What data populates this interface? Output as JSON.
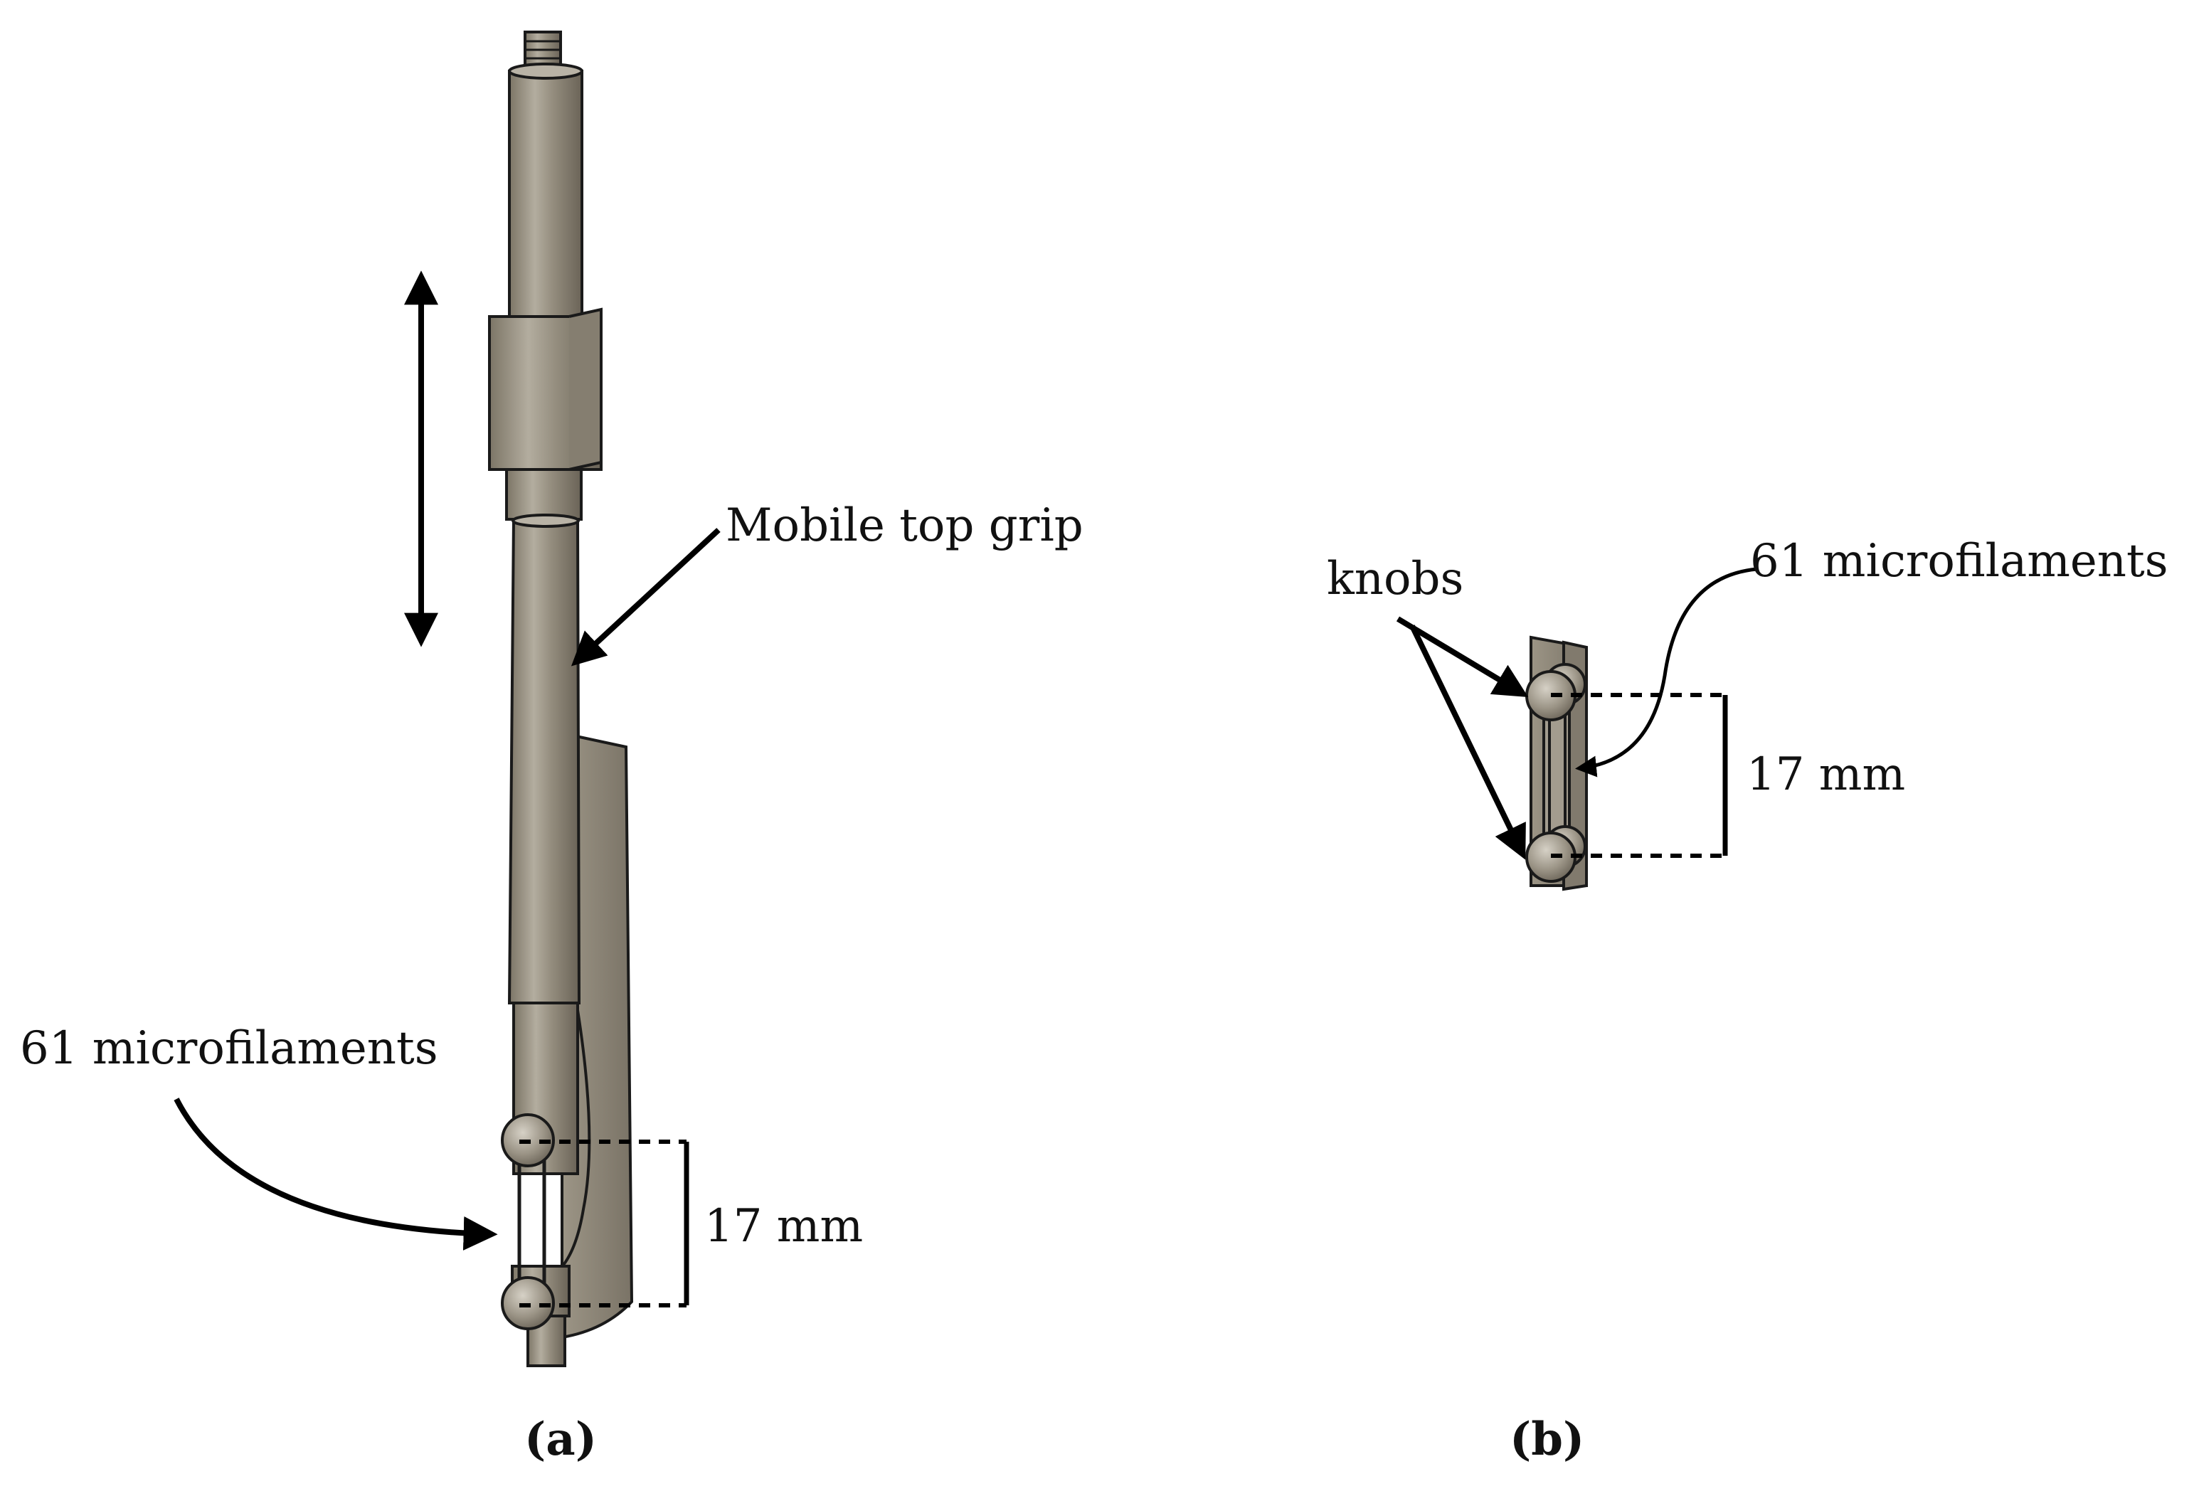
{
  "panel_a": {
    "caption": "(a)",
    "label_mobile_grip": "Mobile top grip",
    "label_microfilaments": "61 microfilaments",
    "label_gauge": "17 mm"
  },
  "panel_b": {
    "caption": "(b)",
    "label_knobs": "knobs",
    "label_microfilaments": "61 microfilaments",
    "label_gauge": "17 mm"
  },
  "colors": {
    "metal": "#8f8878",
    "metal_light": "#b9b3a6",
    "metal_dark": "#6d665a",
    "outline": "#1a1a1a",
    "arrow": "#000000"
  }
}
